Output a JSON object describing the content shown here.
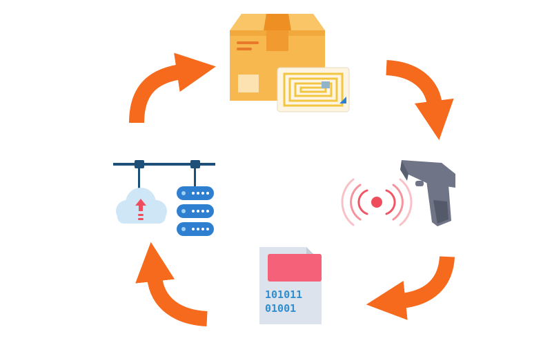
{
  "diagram": {
    "type": "cycle",
    "steps": [
      {
        "name": "rfid-tagged-package",
        "icon": "package-with-rfid-tag-icon"
      },
      {
        "name": "rfid-scanner",
        "icon": "rfid-barcode-scanner-icon"
      },
      {
        "name": "data-document",
        "icon": "binary-document-icon"
      },
      {
        "name": "cloud-server-upload",
        "icon": "cloud-server-network-icon"
      }
    ],
    "arrow_color": "#f56a1c",
    "binary_text": {
      "line1": "101011",
      "line2": "01001"
    },
    "colors": {
      "box": "#f7b84f",
      "box_dark": "#f19a2f",
      "tag_card": "#fdf5e2",
      "coil": "#f2c641",
      "scanner": "#6f7487",
      "signal": "#ef4d5c",
      "document": "#dde3ec",
      "doc_label": "#f6617a",
      "server": "#2f7fd0",
      "cloud": "#cfe6f7",
      "pipe": "#1e4f78"
    }
  }
}
